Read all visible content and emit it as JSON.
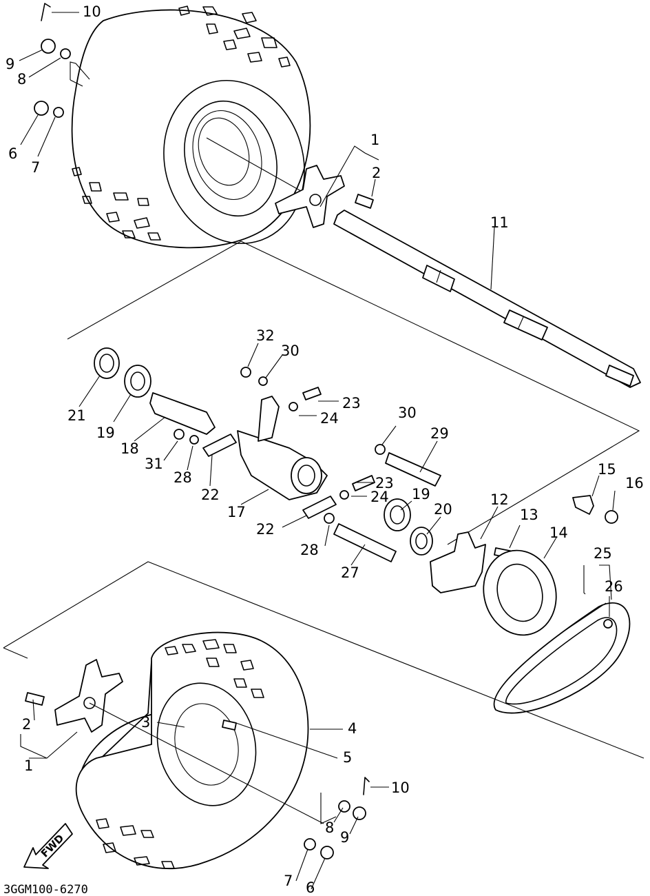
{
  "diagram": {
    "document_code": "3GGM100-6270",
    "fwd_label": "FWD",
    "callouts": {
      "c10a": "10",
      "c9a": "9",
      "c8a": "8",
      "c6a": "6",
      "c7a": "7",
      "c1a": "1",
      "c2a": "2",
      "c11": "11",
      "c32": "32",
      "c30a": "30",
      "c21": "21",
      "c19a": "19",
      "c18": "18",
      "c23a": "23",
      "c24a": "24",
      "c31": "31",
      "c28a": "28",
      "c22a": "22",
      "c30b": "30",
      "c29": "29",
      "c17": "17",
      "c23b": "23",
      "c24b": "24",
      "c19b": "19",
      "c22b": "22",
      "c28b": "28",
      "c27": "27",
      "c20": "20",
      "c12": "12",
      "c13": "13",
      "c14": "14",
      "c15": "15",
      "c16": "16",
      "c25": "25",
      "c26": "26",
      "c2b": "2",
      "c1b": "1",
      "c3": "3",
      "c4": "4",
      "c5": "5",
      "c10b": "10",
      "c8b": "8",
      "c9b": "9",
      "c7b": "7",
      "c6b": "6"
    }
  }
}
